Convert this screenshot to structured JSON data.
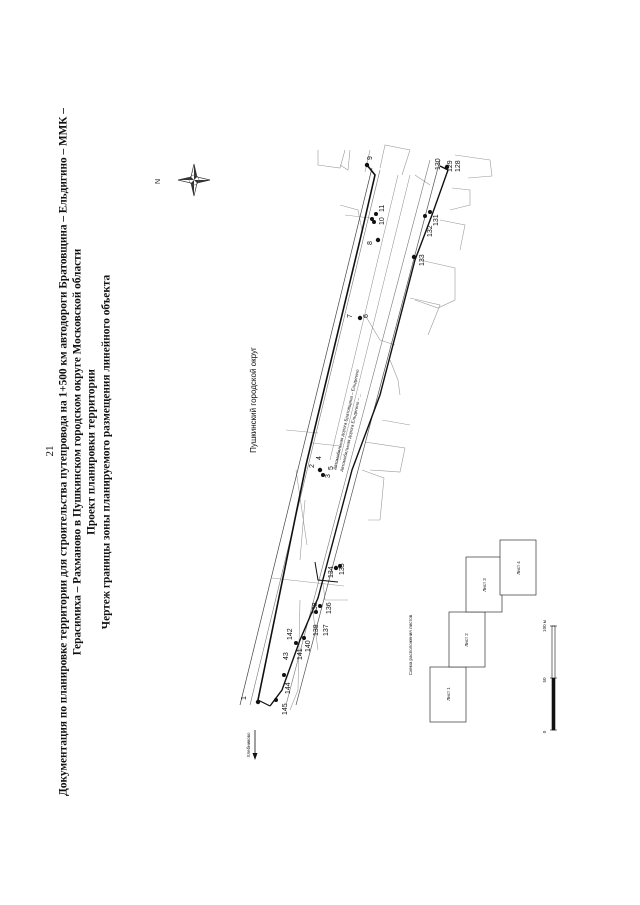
{
  "page_number": "21",
  "title_lines": [
    "Документация по планировке территории для строительства путепровода на 1+500 км автодороги Братовщина – Ельдигино – ММК –",
    "Герасимиха – Рахманово в Пушкинском городском округе Московской области",
    "Проект планировки территории",
    "Чертеж границы зоны планируемого размещения линейного объекта"
  ],
  "map": {
    "district_label": "Пушкинский городской округ",
    "compass_north": "N",
    "direction_label": "Хлебниково",
    "point_labels": [
      "1",
      "2",
      "3",
      "4",
      "5",
      "6",
      "7",
      "8",
      "9",
      "10",
      "11",
      "43",
      "128",
      "129",
      "130",
      "131",
      "132",
      "133",
      "134",
      "135",
      "136",
      "137",
      "138",
      "139",
      "140",
      "141",
      "142",
      "144",
      "145"
    ],
    "road_labels": [
      "Автомобильная дорога Братовщина – Ельдигино",
      "Автомобильная дорога Ельдигино – ..."
    ]
  },
  "legend": {
    "title": "Схема расположения листов",
    "sheets": [
      "Лист 1",
      "Лист 2",
      "Лист 3",
      "Лист 4"
    ]
  },
  "scale_bar": {
    "ticks": [
      "0",
      "50",
      "100 м"
    ]
  }
}
